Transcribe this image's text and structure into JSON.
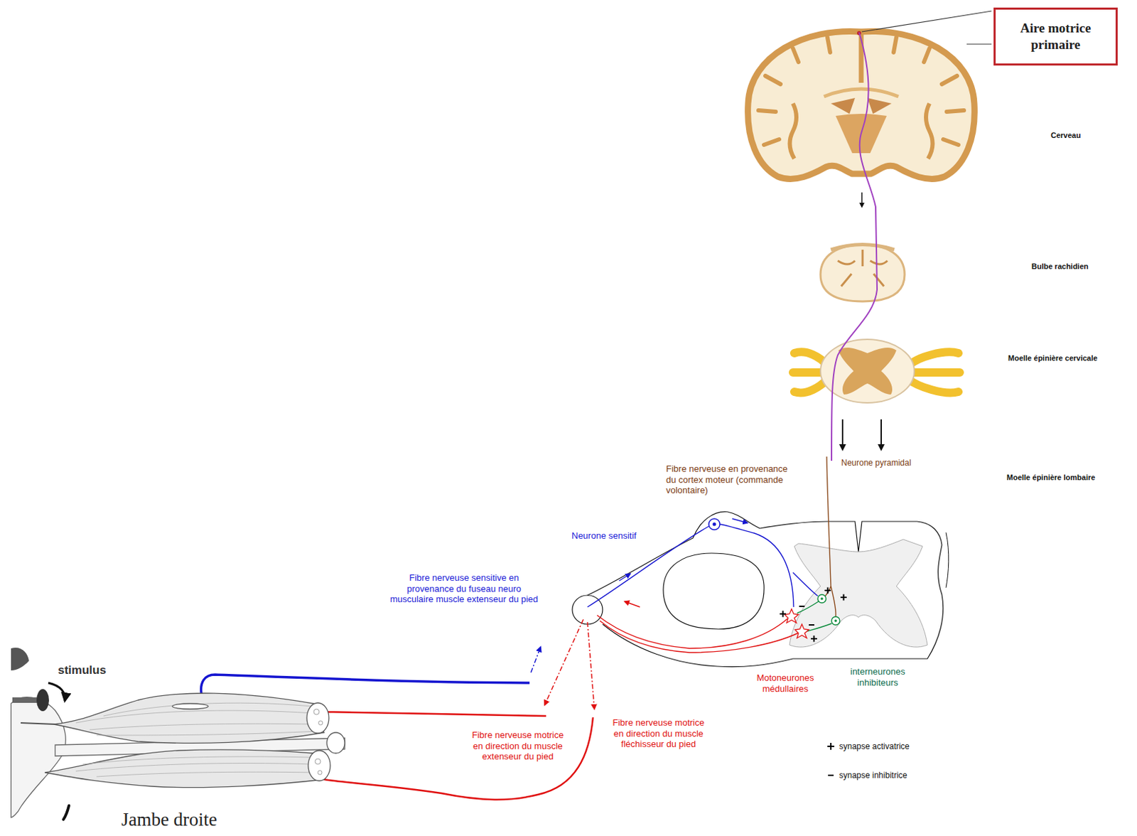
{
  "diagram": {
    "nodes": [
      {
        "text": [
          "Aire motrice primaire"
        ]
      }
    ],
    "labels": [
      "Cerveau",
      "Bulbe rachidien",
      "Moelle épinière cervicale",
      "Neurone pyramidal",
      "Moelle épinière lombaire",
      "Fibre nerveuse en provenance du cortex moteur (commande volontaire)",
      "Neurone sensitif",
      "Fibre nerveuse sensitive en provenance du fuseau neuro musculaire muscle extenseur du pied",
      "stimulus",
      "Motoneurones médullaires",
      "interneurones inhibiteurs",
      "Fibre nerveuse motrice en direction du muscle fléchisseur du pied",
      "Fibre nerveuse motrice en direction du muscle extenseur du pied",
      "Jambe droite"
    ],
    "legend": [
      {
        "text": "synapse activatrice"
      },
      {
        "text": "synapse inhibitrice"
      }
    ]
  }
}
